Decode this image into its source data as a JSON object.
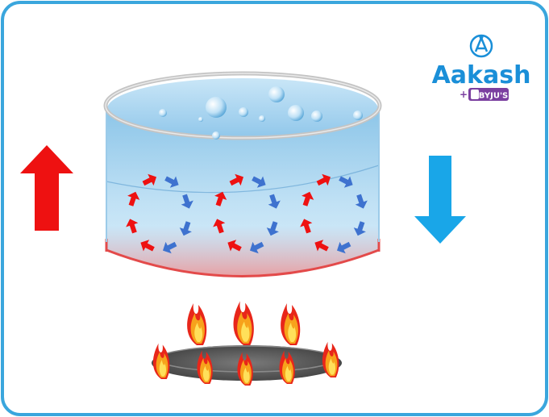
{
  "logo": {
    "brand": "Aakash",
    "sub_brand": "BYJU'S",
    "brand_color": "#1a8fd8",
    "sub_brand_color": "#7b3fa0"
  },
  "legend_arrows": {
    "left": {
      "direction": "up",
      "color": "#ee1111"
    },
    "right": {
      "direction": "down",
      "color": "#19a6e8"
    }
  },
  "convection": {
    "loops": 3,
    "hot_arrow_color": "#ee1111",
    "cool_arrow_color": "#3e72cf"
  },
  "colors": {
    "border": "#3aa6dd",
    "water_light": "#d9eef9",
    "water_dark": "#8ec7ea",
    "pot_bottom": "#e34a4a",
    "flame_outer": "#e8261a",
    "flame_mid": "#f7a21b",
    "flame_inner": "#ffe05a",
    "burner": "#555555"
  }
}
